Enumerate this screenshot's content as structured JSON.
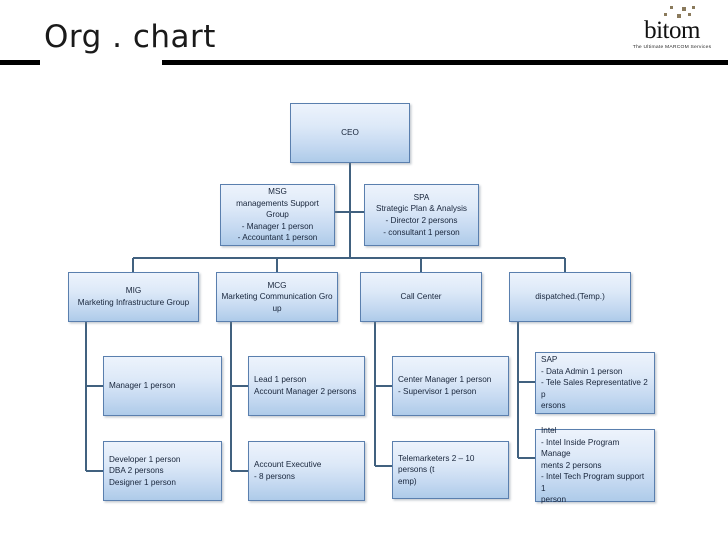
{
  "slide": {
    "title": "Org . chart"
  },
  "logo": {
    "wordmark": "bitom",
    "tagline": "The Ultimate MARCOM Services",
    "dot_color": "#8a7a5c"
  },
  "theme": {
    "node_border": "#5a7fae",
    "node_fill_top": "#edf3fc",
    "node_fill_bottom": "#aecbe9",
    "connector": "#41617f",
    "rule": "#000000",
    "text": "#17243a"
  },
  "chart_data": {
    "type": "diagram",
    "subtype": "org-chart",
    "title": "Org . chart",
    "nodes": [
      {
        "id": "ceo",
        "level": 1,
        "align": "center",
        "lines": [
          "CEO"
        ]
      },
      {
        "id": "msg",
        "level": 2,
        "align": "center",
        "lines": [
          "MSG",
          "managements Support Group",
          "- Manager 1 person",
          "- Accountant 1 person"
        ]
      },
      {
        "id": "spa",
        "level": 2,
        "align": "center",
        "lines": [
          "SPA",
          "Strategic Plan & Analysis",
          "- Director 2 persons",
          "- consultant 1 person"
        ]
      },
      {
        "id": "mig",
        "level": 3,
        "align": "center",
        "lines": [
          "MIG",
          "Marketing Infrastructure Group"
        ]
      },
      {
        "id": "mcg",
        "level": 3,
        "align": "center",
        "lines": [
          "MCG",
          "Marketing Communication Gro",
          "up"
        ]
      },
      {
        "id": "call-center",
        "level": 3,
        "align": "center",
        "lines": [
          "Call Center"
        ]
      },
      {
        "id": "dispatched",
        "level": 3,
        "align": "center",
        "lines": [
          "dispatched.(Temp.)"
        ]
      },
      {
        "id": "mig-child-1",
        "level": 4,
        "parent": "mig",
        "align": "left",
        "lines": [
          "Manager 1 person"
        ]
      },
      {
        "id": "mcg-child-1",
        "level": 4,
        "parent": "mcg",
        "align": "left",
        "lines": [
          "Lead 1 person",
          "Account Manager 2 persons"
        ]
      },
      {
        "id": "call-child-1",
        "level": 4,
        "parent": "call-center",
        "align": "left",
        "lines": [
          "Center Manager 1 person",
          "- Supervisor 1 person"
        ]
      },
      {
        "id": "disp-child-1",
        "level": 4,
        "parent": "dispatched",
        "align": "left",
        "lines": [
          "SAP",
          "- Data Admin 1 person",
          "- Tele Sales  Representative 2 p",
          "ersons"
        ]
      },
      {
        "id": "mig-child-2",
        "level": 5,
        "parent": "mig",
        "align": "left",
        "lines": [
          "Developer 1 person",
          "DBA 2 persons",
          "Designer 1 person"
        ]
      },
      {
        "id": "mcg-child-2",
        "level": 5,
        "parent": "mcg",
        "align": "left",
        "lines": [
          "Account Executive",
          "- 8 persons"
        ]
      },
      {
        "id": "call-child-2",
        "level": 5,
        "parent": "call-center",
        "align": "left",
        "lines": [
          "Telemarketers 2 – 10 persons (t",
          "emp)"
        ]
      },
      {
        "id": "disp-child-2",
        "level": 5,
        "parent": "dispatched",
        "align": "left",
        "lines": [
          "Intel",
          "- Intel Inside Program Manage",
          "ments 2 persons",
          "- Intel Tech Program support 1",
          "person"
        ]
      }
    ],
    "edges": [
      {
        "from": "ceo",
        "to": "msg"
      },
      {
        "from": "ceo",
        "to": "spa"
      },
      {
        "from": "ceo",
        "to": "mig"
      },
      {
        "from": "ceo",
        "to": "mcg"
      },
      {
        "from": "ceo",
        "to": "call-center"
      },
      {
        "from": "ceo",
        "to": "dispatched"
      },
      {
        "from": "mig",
        "to": "mig-child-1"
      },
      {
        "from": "mig",
        "to": "mig-child-2"
      },
      {
        "from": "mcg",
        "to": "mcg-child-1"
      },
      {
        "from": "mcg",
        "to": "mcg-child-2"
      },
      {
        "from": "call-center",
        "to": "call-child-1"
      },
      {
        "from": "call-center",
        "to": "call-child-2"
      },
      {
        "from": "dispatched",
        "to": "disp-child-1"
      },
      {
        "from": "dispatched",
        "to": "disp-child-2"
      }
    ]
  }
}
